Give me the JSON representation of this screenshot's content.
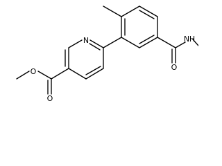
{
  "diagram": {
    "type": "skeletal-structure",
    "atom_labels": {
      "pyridine_n": "N",
      "amide_nh": "N",
      "amide_h": "H",
      "amide_o": "O",
      "ester_carbonyl_o": "O",
      "ester_ether_o": "O"
    },
    "colors": {
      "bond": "#000000",
      "label": "#000000",
      "background": "#ffffff"
    }
  }
}
